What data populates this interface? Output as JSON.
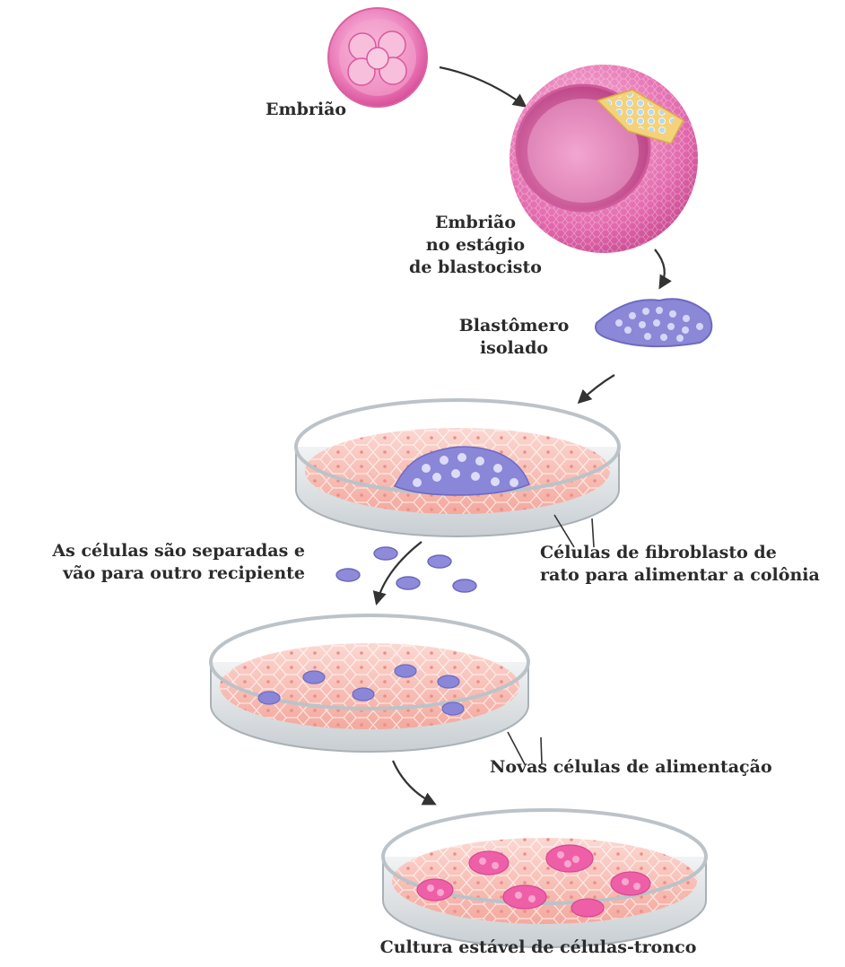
{
  "labels": {
    "embryo": "Embrião",
    "blastocyst": [
      "Embrião",
      "no estágio",
      "de blastocisto"
    ],
    "blastomere": [
      "Blastômero",
      "isolado"
    ],
    "separated": [
      "As células são separadas e",
      "vão para outro recipiente"
    ],
    "fibroblast": [
      "Células de fibroblasto de",
      "rato para alimentar a colônia"
    ],
    "new_feeder": "Novas células de alimentação",
    "stable_culture": "Cultura estável de células-tronco"
  },
  "colors": {
    "embryo_pink": "#e75fa6",
    "blastomere_purple": "#8a86d8",
    "feeder_salmon": "#f6b3a9",
    "stem_pink": "#ef5fa8",
    "dish_rim": "#d9dde0",
    "arrow": "#333333"
  }
}
